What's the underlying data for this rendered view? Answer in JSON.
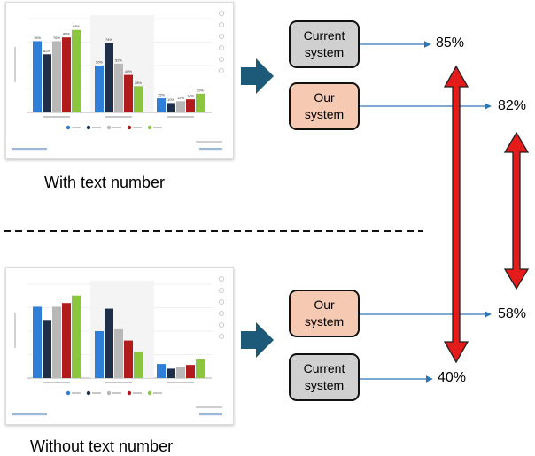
{
  "captions": {
    "with": "With text number",
    "without": "Without text number"
  },
  "boxes": {
    "top_current": "Current system",
    "top_ours": "Our system",
    "bottom_ours": "Our system",
    "bottom_current": "Current system"
  },
  "percentages": {
    "top_current": "85%",
    "top_ours": "82%",
    "bottom_ours": "58%",
    "bottom_current": "40%"
  },
  "thumbnail": {
    "series_colors": [
      "#2f7ed8",
      "#1f2f4a",
      "#b8b8b8",
      "#b11b1b",
      "#8cc63f"
    ],
    "group_values": [
      [
        76,
        62,
        76,
        80,
        88
      ],
      [
        50,
        74,
        52,
        40,
        28
      ],
      [
        15,
        10,
        12,
        14,
        20
      ]
    ],
    "data_labels": [
      [
        "76%",
        "62%",
        "76%",
        "80%",
        "88%"
      ],
      [
        "50%",
        "74%",
        "52%",
        "40%",
        "28%"
      ],
      [
        "15%",
        "10%",
        "12%",
        "14%",
        "20%"
      ]
    ]
  },
  "colors": {
    "arrow_teal": "#1d5a7a",
    "double_arrow_fill": "#e31b1b",
    "pointer_blue": "#2e75b6",
    "box_gray": "#d0d0d0",
    "box_peach": "#f6c9b3"
  }
}
